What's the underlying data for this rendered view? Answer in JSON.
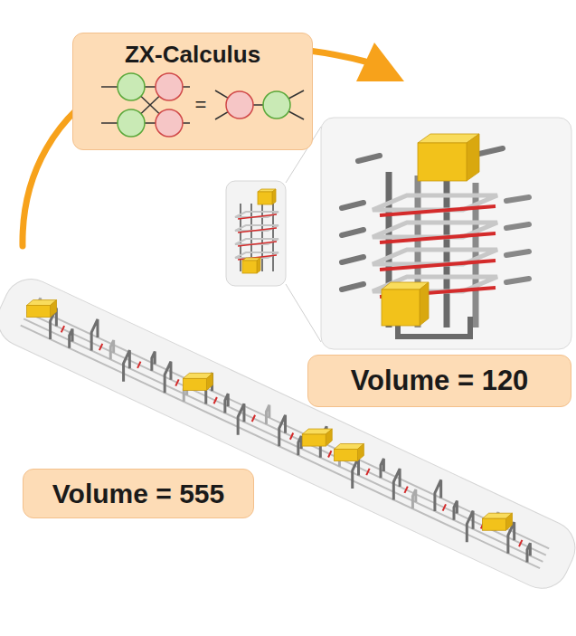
{
  "diagram": {
    "nodes": [
      {
        "text": [
          "ZX-Calculus"
        ]
      },
      {
        "text": [
          "Volume = 120"
        ]
      },
      {
        "text": [
          "Volume = 555"
        ]
      }
    ],
    "labels": [
      "="
    ]
  }
}
